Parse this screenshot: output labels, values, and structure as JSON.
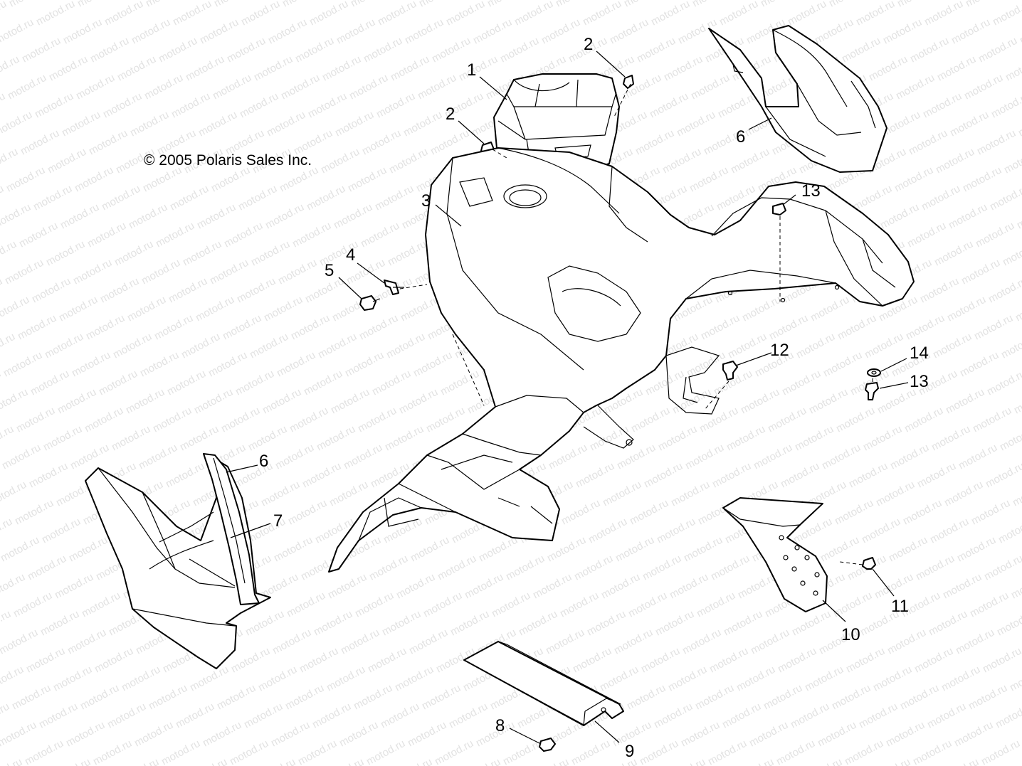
{
  "copyright": "© 2005 Polaris Sales Inc.",
  "watermark": "motod.ru",
  "callouts": [
    "1",
    "2",
    "2",
    "3",
    "4",
    "5",
    "6",
    "6",
    "7",
    "8",
    "9",
    "10",
    "11",
    "12",
    "13",
    "13",
    "14"
  ],
  "parts": [
    {
      "ref": "1",
      "shape": "dash-pod-cover"
    },
    {
      "ref": "2",
      "shape": "push-rivet"
    },
    {
      "ref": "3",
      "shape": "front-fender-cab"
    },
    {
      "ref": "4",
      "shape": "clip"
    },
    {
      "ref": "5",
      "shape": "screw"
    },
    {
      "ref": "6",
      "shape": "footwell-panel"
    },
    {
      "ref": "7",
      "shape": "mud-guard"
    },
    {
      "ref": "8",
      "shape": "screw"
    },
    {
      "ref": "9",
      "shape": "heat-shield-channel"
    },
    {
      "ref": "10",
      "shape": "heat-shield-plate"
    },
    {
      "ref": "11",
      "shape": "screw"
    },
    {
      "ref": "12",
      "shape": "push-rivet"
    },
    {
      "ref": "13",
      "shape": "screw"
    },
    {
      "ref": "14",
      "shape": "washer"
    }
  ]
}
